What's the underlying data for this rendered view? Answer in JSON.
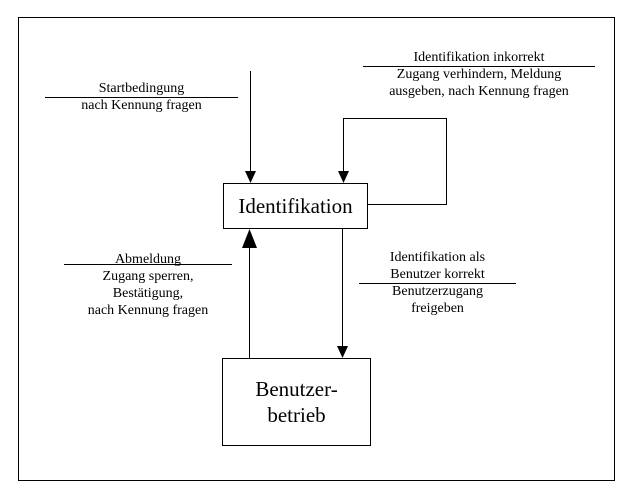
{
  "states": {
    "identification": "Identifikation",
    "user_mode": [
      "Benutzer-",
      "betrieb"
    ]
  },
  "transitions": {
    "start": {
      "condition": "Startbedingung",
      "action": [
        "nach Kennung fragen"
      ]
    },
    "incorrect": {
      "condition": "Identifikation inkorrekt",
      "action": [
        "Zugang verhindern, Meldung",
        "ausgeben, nach Kennung fragen"
      ]
    },
    "logout": {
      "condition": "Abmeldung",
      "action": [
        "Zugang sperren,",
        "Bestätigung,",
        "nach Kennung fragen"
      ]
    },
    "correct": {
      "condition": [
        "Identifikation als",
        "Benutzer korrekt"
      ],
      "action": [
        "Benutzerzugang",
        "freigeben"
      ]
    }
  },
  "colors": {
    "line": "#000000",
    "background": "#ffffff"
  }
}
